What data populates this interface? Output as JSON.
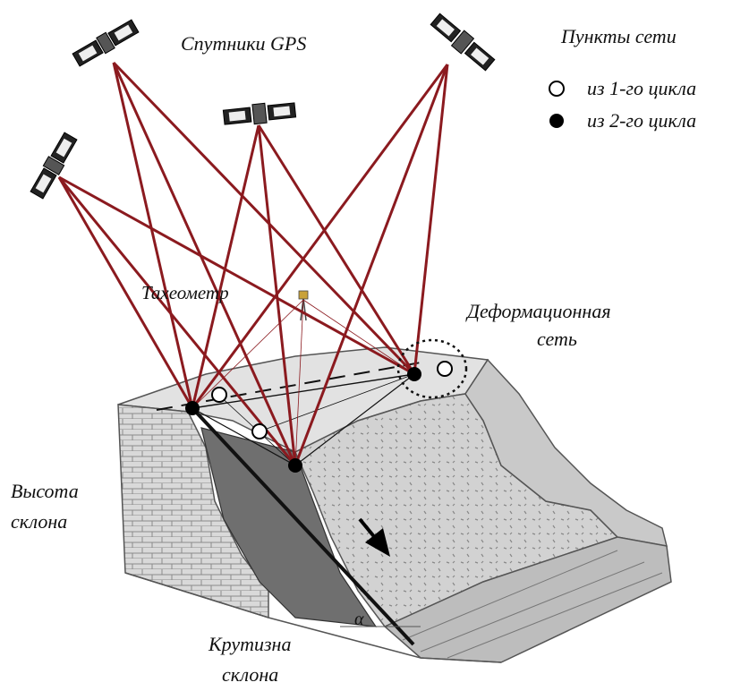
{
  "labels": {
    "satellites": "Спутники GPS",
    "legend_title": "Пункты сети",
    "legend_cycle1": "из 1-го цикла",
    "legend_cycle2": "из 2-го цикла",
    "tacheometer": "Тахеометр",
    "deformation_net_line1": "Деформационная",
    "deformation_net_line2": "сеть",
    "slope_height_line1": "Высота",
    "slope_height_line2": "склона",
    "slope_steepness_line1": "Крутизна",
    "slope_steepness_line2": "склона",
    "angle": "α"
  },
  "colors": {
    "gps_ray": "#8b1a1f",
    "station_line": "#111111",
    "terrain_light": "#dcdcdc",
    "terrain_mid": "#b8b8b8",
    "terrain_dark": "#6f6f6f",
    "point_filled": "#000000",
    "point_open": "#ffffff"
  },
  "icons": [
    "satellite-icon",
    "tacheometer-icon",
    "open-circle-marker",
    "filled-circle-marker",
    "arrow-icon"
  ]
}
